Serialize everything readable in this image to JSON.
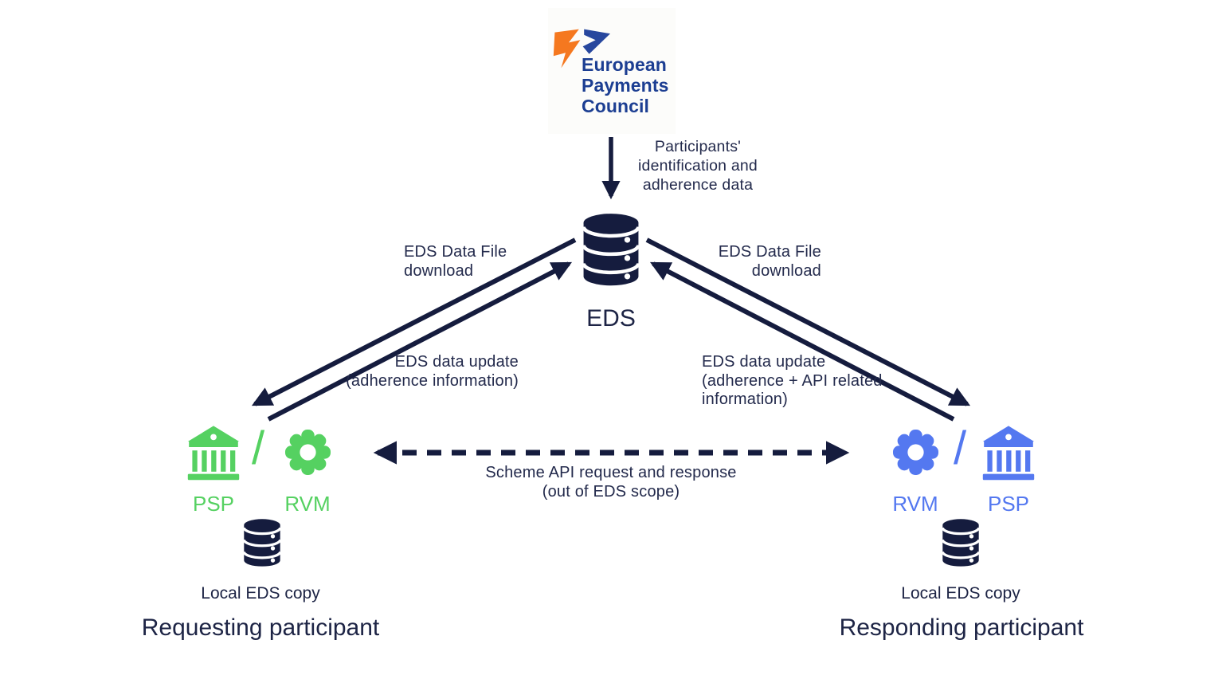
{
  "colors": {
    "navy": "#151c3e",
    "text": "#232a4c",
    "green": "#55d161",
    "blue": "#5478f0",
    "epc_orange": "#f5781f",
    "epc_blue": "#27479e",
    "epc_text_blue": "#1c3e92"
  },
  "logo": {
    "line1": "European",
    "line2": "Payments",
    "line3": "Council"
  },
  "top_flow": {
    "line1": "Participants'",
    "line2": "identification and",
    "line3": "adherence data"
  },
  "eds": {
    "label": "EDS"
  },
  "left_flows": {
    "download": {
      "line1": "EDS Data File",
      "line2": "download"
    },
    "update": {
      "line1": "EDS data update",
      "line2": "(adherence information)"
    }
  },
  "right_flows": {
    "download": {
      "line1": "EDS Data File",
      "line2": "download"
    },
    "update": {
      "line1": "EDS data update",
      "line2": "(adherence + API related",
      "line3": "information)"
    }
  },
  "scheme_flow": {
    "line1": "Scheme API request and response",
    "line2": "(out of EDS scope)"
  },
  "requesting": {
    "psp": "PSP",
    "separator": "/",
    "rvm": "RVM",
    "local_copy": "Local EDS copy",
    "title": "Requesting participant"
  },
  "responding": {
    "rvm": "RVM",
    "separator": "/",
    "psp": "PSP",
    "local_copy": "Local EDS copy",
    "title": "Responding participant"
  }
}
